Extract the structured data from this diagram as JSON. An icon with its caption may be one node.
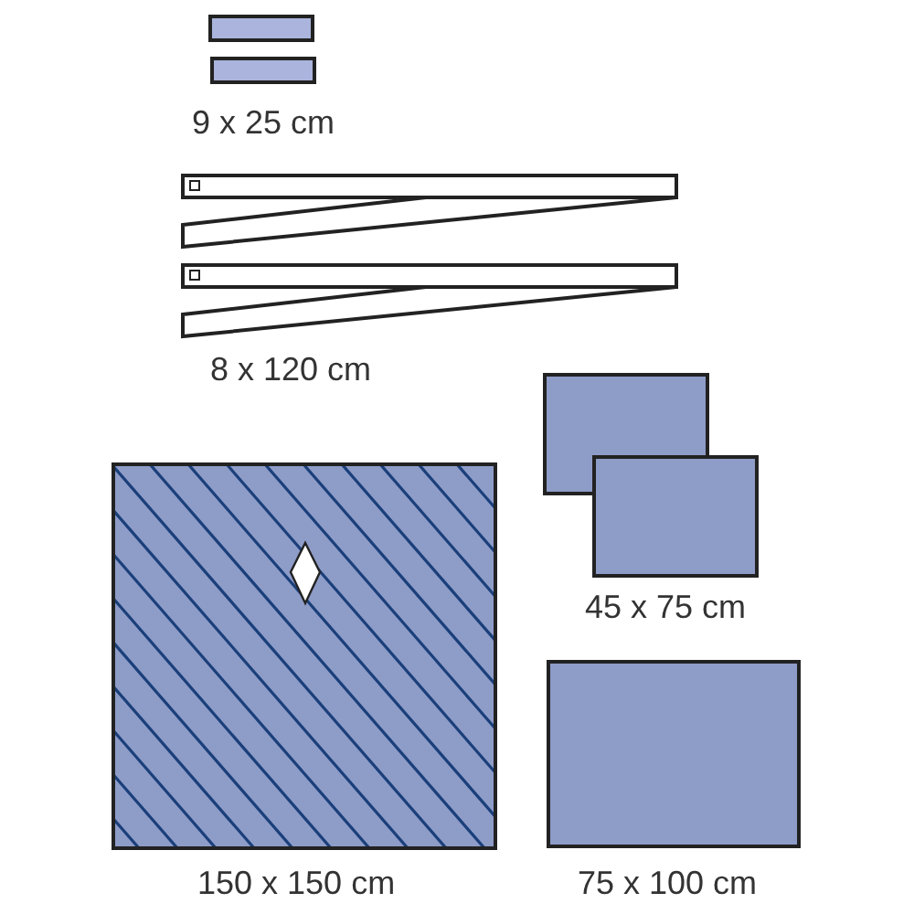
{
  "diagram": {
    "labels": [
      "9 x 25 cm",
      "8 x 120 cm",
      "45 x 75 cm",
      "150 x 150 cm",
      "75 x 100 cm"
    ]
  }
}
